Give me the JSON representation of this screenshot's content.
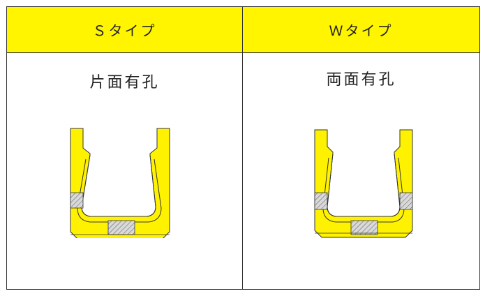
{
  "table": {
    "col1": {
      "header": "Ｓタイプ",
      "label": "片面有孔"
    },
    "col2": {
      "header": "Ｗタイプ",
      "label": "両面有孔"
    }
  },
  "colors": {
    "header_bg": "#fff500",
    "body_fill": "#fff200",
    "hatch": "#cfcfcf",
    "line": "#333333"
  }
}
